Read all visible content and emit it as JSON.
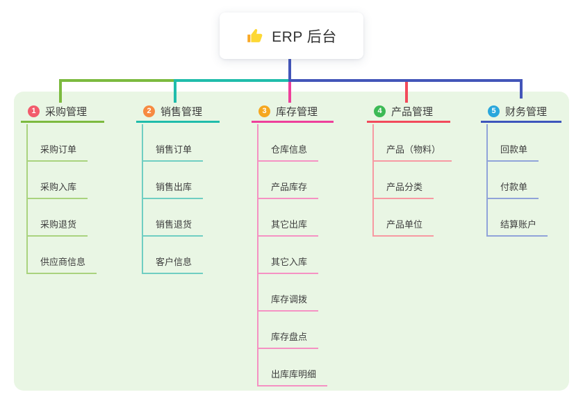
{
  "root": {
    "title": "ERP 后台",
    "icon": "thumbs-up-icon"
  },
  "colors": {
    "panel-bg": "#e9f6e4",
    "text": "#3d3d3d",
    "root-blue": "#4355b9",
    "b1-main": "#7cba3f",
    "b1-light": "#a9d37e",
    "b1-badge": "#f25b6c",
    "b2-main": "#20bcab",
    "b2-light": "#6fcec2",
    "b2-badge": "#f78a41",
    "b3-main": "#ee3f9b",
    "b3-light": "#f591c3",
    "b3-badge": "#f6a71f",
    "b4-main": "#f24a5b",
    "b4-light": "#f799a2",
    "b4-badge": "#3cba55",
    "b5-main": "#3d55bc",
    "b5-light": "#90a3d9",
    "b5-badge": "#2aa7dc"
  },
  "branches": [
    {
      "num": "1",
      "label": "采购管理",
      "children": [
        "采购订单",
        "采购入库",
        "采购退货",
        "供应商信息"
      ]
    },
    {
      "num": "2",
      "label": "销售管理",
      "children": [
        "销售订单",
        "销售出库",
        "销售退货",
        "客户信息"
      ]
    },
    {
      "num": "3",
      "label": "库存管理",
      "children": [
        "仓库信息",
        "产品库存",
        "其它出库",
        "其它入库",
        "库存调拨",
        "库存盘点",
        "出库库明细"
      ]
    },
    {
      "num": "4",
      "label": "产品管理",
      "children": [
        "产品（物料）",
        "产品分类",
        "产品单位"
      ]
    },
    {
      "num": "5",
      "label": "财务管理",
      "children": [
        "回款单",
        "付款单",
        "结算账户"
      ]
    }
  ]
}
